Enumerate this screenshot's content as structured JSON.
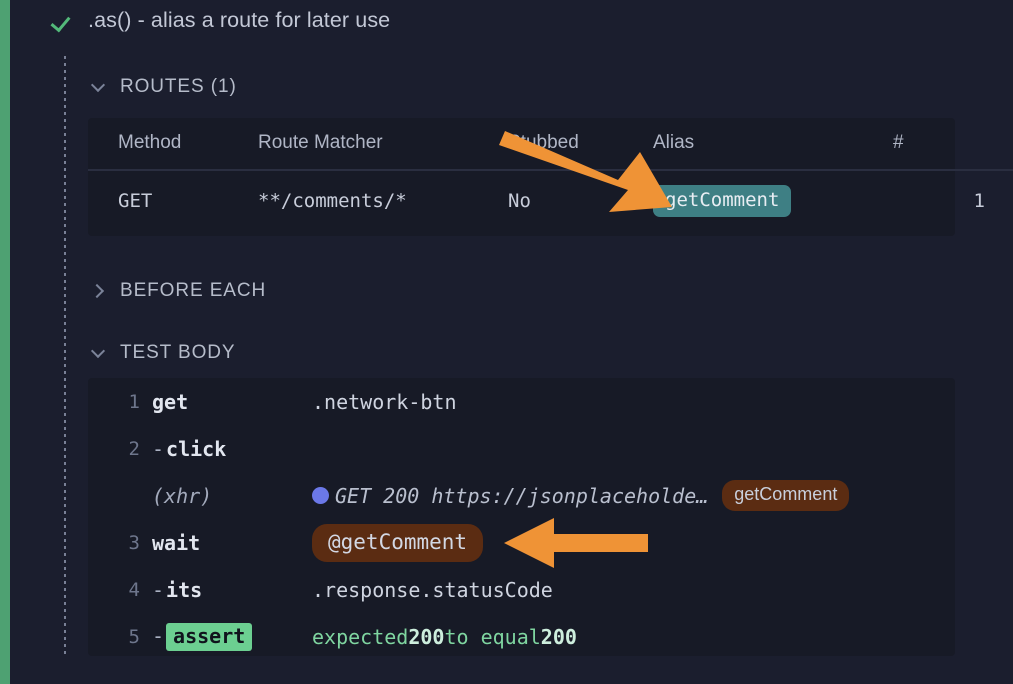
{
  "test": {
    "status_icon": "check-icon",
    "title": ".as() - alias a route for later use"
  },
  "sections": {
    "routes": {
      "label": "ROUTES (1)",
      "expanded": true,
      "chevron": "chevron-down-icon"
    },
    "before_each": {
      "label": "BEFORE EACH",
      "expanded": false,
      "chevron": "chevron-right-icon"
    },
    "test_body": {
      "label": "TEST BODY",
      "expanded": true,
      "chevron": "chevron-down-icon"
    }
  },
  "routes_table": {
    "columns": [
      "Method",
      "Route Matcher",
      "Stubbed",
      "Alias",
      "#"
    ],
    "rows": [
      {
        "method": "GET",
        "matcher": "**/comments/*",
        "stubbed": "No",
        "alias": "getComment",
        "count": "1"
      }
    ]
  },
  "command_log": {
    "rows": [
      {
        "num": "1",
        "name": "get",
        "dash": "",
        "message": ".network-btn",
        "type": "plain"
      },
      {
        "num": "2",
        "name": "click",
        "dash": "-",
        "message": "",
        "type": "plain"
      },
      {
        "num": "",
        "name": "(xhr)",
        "dash": "",
        "message": "GET 200 https://jsonplaceholde…",
        "type": "xhr",
        "dot": "blue-status-dot",
        "badge": "getComment"
      },
      {
        "num": "3",
        "name": "wait",
        "dash": "",
        "message": "@getComment",
        "type": "alias-pill"
      },
      {
        "num": "4",
        "name": "its",
        "dash": "-",
        "message": ".response.statusCode",
        "type": "plain"
      },
      {
        "num": "5",
        "name": "assert",
        "dash": "-",
        "message": "expected 200 to equal 200",
        "type": "assert",
        "assert_parts": [
          "expected ",
          "200",
          " to equal ",
          "200"
        ]
      }
    ]
  },
  "annotations": {
    "arrow_1": {
      "name": "arrow-to-alias-badge",
      "color": "#ef9336"
    },
    "arrow_2": {
      "name": "arrow-to-wait-alias",
      "color": "#ef9336"
    }
  },
  "colors": {
    "pass_green": "#4ea172",
    "alias_teal": "#3e7f84",
    "alias_brown": "#5b2c12",
    "assert_green": "#6ccf91",
    "xhr_dot_blue": "#6b78e8",
    "arrow_orange": "#ef9336",
    "background": "#1b1e2e",
    "panel": "#171a26"
  }
}
